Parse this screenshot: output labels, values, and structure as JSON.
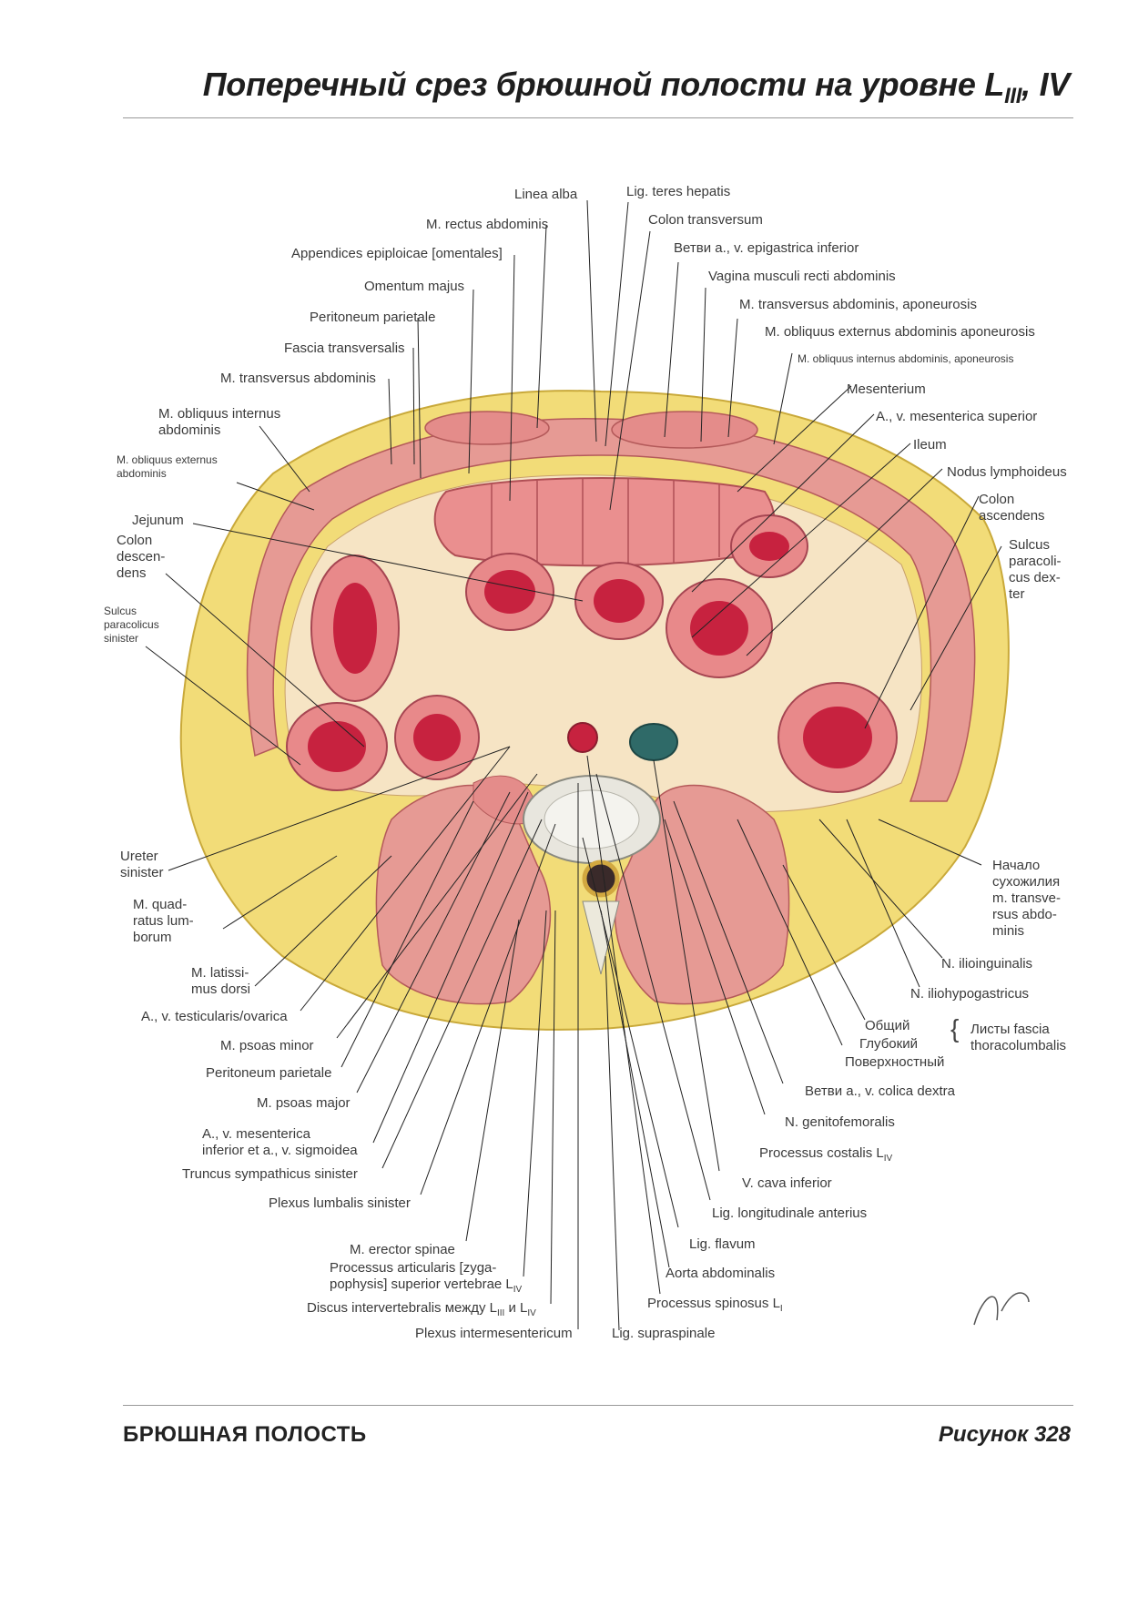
{
  "page": {
    "title": "Поперечный срез брюшной полости на уровне",
    "title_sub": "III",
    "title_tail": ", IV",
    "title_L": "L",
    "footer_section": "БРЮШНАЯ ПОЛОСТЬ",
    "footer_figure": "Рисунок 328"
  },
  "labels": {
    "linea_alba": "Linea alba",
    "lig_teres": "Lig. teres hepatis",
    "rectus": "M. rectus abdominis",
    "colon_transversum": "Colon transversum",
    "appendices": "Appendices epiploicae [omentales]",
    "vetvi_epigastrica": "Ветви a., v. epigastrica inferior",
    "omentum": "Omentum majus",
    "vagina": "Vagina musculi recti abdominis",
    "peritoneum_parietale_top": "Peritoneum parietale",
    "transversus_aponeurosis": "M. transversus abdominis, aponeurosis",
    "fascia_transversalis": "Fascia transversalis",
    "obl_ext_aponeurosis": "M. obliquus externus abdominis aponeurosis",
    "obl_ext_aponeurosis_small": "M. obliquus internus abdominis, aponeurosis",
    "transversus": "M. transversus abdominis",
    "mesenterium": "Mesenterium",
    "obl_internus": "M. obliquus internus\nabdominis",
    "mesenterica_superior": "A., v. mesenterica superior",
    "obl_externus": "M. obliquus externus\nabdominis",
    "ileum": "Ileum",
    "nodus": "Nodus lymphoideus",
    "jejunum": "Jejunum",
    "colon_descendens": "Colon\ndescen-\ndens",
    "colon_ascendens": "Colon\nascendens",
    "sulcus_dexter": "Sulcus\nparacoli-\ncus dex-\nter",
    "sulcus_sinister": "Sulcus\nparacolicus\nsinister",
    "ureter": "Ureter\nsinister",
    "quadratus": "M. quad-\nratus lum-\nborum",
    "nachalo": "Начало\nсухожилия\nm. transve-\nrsus abdo-\nminis",
    "latissimus": "M. latissi-\nmus dorsi",
    "ilioinguinalis": "N. ilioinguinalis",
    "iliohypogastricus": "N. iliohypogastricus",
    "testicularis": "A., v. testicularis/ovarica",
    "obshiy": "Общий",
    "glubokiy": "Глубокий",
    "poverhnostny": "Поверхностный",
    "listy": "Листы fascia\nthoracolumbalis",
    "psoas_minor": "M. psoas minor",
    "peritoneum_parietale_bottom": "Peritoneum parietale",
    "colica_dextra": "Ветви a., v. colica dextra",
    "psoas_major": "M. psoas major",
    "genitofemoralis": "N. genitofemoralis",
    "mesenterica_inferior": "A., v. mesenterica\ninferior et a., v. sigmoidea",
    "processus_costalis": "Processus costalis L",
    "processus_costalis_sub": "IV",
    "truncus": "Truncus sympathicus sinister",
    "vena_cava": "V. cava inferior",
    "plexus_lumbalis": "Plexus lumbalis sinister",
    "lig_longitudinale": "Lig. longitudinale anterius",
    "erector": "M. erector spinae",
    "lig_flavum": "Lig. flavum",
    "processus_articularis": "Processus articularis [zyga-\npophysis] superior vertebrae L",
    "processus_articularis_sub": "IV",
    "aorta": "Aorta abdominalis",
    "discus": "Discus intervertebralis между L",
    "discus_sub1": "III",
    "discus_mid": " и L",
    "discus_sub2": "IV",
    "processus_spinosus": "Processus spinosus L",
    "processus_spinosus_sub": "I",
    "plexus_intermesentericum": "Plexus intermesentericum",
    "lig_supraspinale": "Lig. supraspinale"
  },
  "colors": {
    "fat": "#f3df7a",
    "muscle": "#e79a96",
    "muscle_dark": "#cc6b6b",
    "bowel_wall": "#e6878b",
    "bowel_lumen": "#c7223f",
    "bone": "#e9e7df",
    "vena_cava": "#2f6a68"
  }
}
